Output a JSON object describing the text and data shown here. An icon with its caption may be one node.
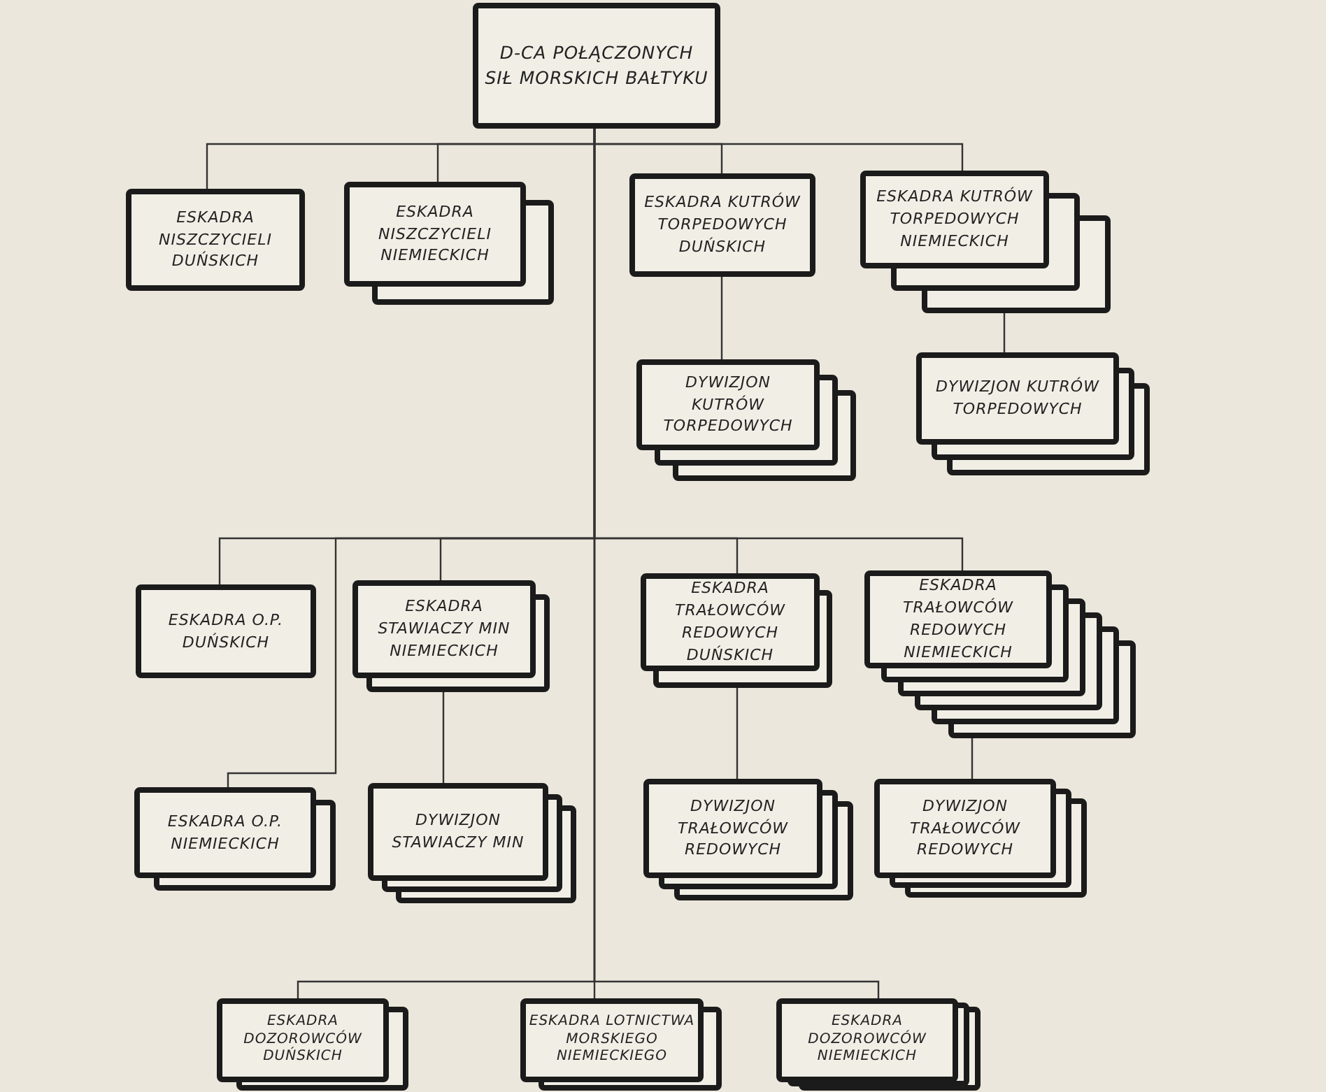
{
  "diagram": {
    "nodes": [
      {
        "text": [
          "D-CA POŁĄCZONYCH SIŁ MORSKICH BAŁTYKU"
        ]
      },
      {
        "text": [
          "ESKADRA NISZCZYCIELI DUŃSKICH"
        ]
      },
      {
        "text": [
          "ESKADRA NISZCZYCIELI NIEMIECKICH"
        ]
      },
      {
        "text": [
          "ESKADRA KUTRÓW TORPEDOWYCH DUŃSKICH"
        ]
      },
      {
        "text": [
          "ESKADRA KUTRÓW TORPEDOWYCH NIEMIECKICH"
        ]
      },
      {
        "text": [
          "DYWIZJON KUTRÓW TORPEDOWYCH"
        ]
      },
      {
        "text": [
          "DYWIZJON KUTRÓW TORPEDOWYCH"
        ]
      },
      {
        "text": [
          "ESKADRA O.P. DUŃSKICH"
        ]
      },
      {
        "text": [
          "ESKADRA STAWIACZY MIN NIEMIECKICH"
        ]
      },
      {
        "text": [
          "ESKADRA TRAŁOWCÓW REDOWYCH DUŃSKICH"
        ]
      },
      {
        "text": [
          "ESKADRA TRAŁOWCÓW REDOWYCH NIEMIECKICH"
        ]
      },
      {
        "text": [
          "ESKADRA O.P. NIEMIECKICH"
        ]
      },
      {
        "text": [
          "DYWIZJON STAWIACZY MIN"
        ]
      },
      {
        "text": [
          "DYWIZJON TRAŁOWCÓW REDOWYCH"
        ]
      },
      {
        "text": [
          "DYWIZJON TRAŁOWCÓW REDOWYCH"
        ]
      },
      {
        "text": [
          "ESKADRA DOZOROWCÓW DUŃSKICH"
        ]
      },
      {
        "text": [
          "ESKADRA LOTNICTWA MORSKIEGO NIEMIECKIEGO"
        ]
      },
      {
        "text": [
          "ESKADRA DOZOROWCÓW NIEMIECKICH"
        ]
      }
    ],
    "edges": [
      {
        "from": 0,
        "to": 1,
        "arrow": "none"
      },
      {
        "from": 0,
        "to": 2,
        "arrow": "none"
      },
      {
        "from": 0,
        "to": 3,
        "arrow": "none"
      },
      {
        "from": 0,
        "to": 4,
        "arrow": "none"
      },
      {
        "from": 3,
        "to": 5,
        "arrow": "none"
      },
      {
        "from": 4,
        "to": 6,
        "arrow": "none"
      },
      {
        "from": 0,
        "to": 7,
        "arrow": "none"
      },
      {
        "from": 0,
        "to": 8,
        "arrow": "none"
      },
      {
        "from": 0,
        "to": 9,
        "arrow": "none"
      },
      {
        "from": 0,
        "to": 10,
        "arrow": "none"
      },
      {
        "from": 0,
        "to": 11,
        "arrow": "none"
      },
      {
        "from": 8,
        "to": 12,
        "arrow": "none"
      },
      {
        "from": 9,
        "to": 13,
        "arrow": "none"
      },
      {
        "from": 10,
        "to": 14,
        "arrow": "none"
      },
      {
        "from": 0,
        "to": 15,
        "arrow": "none"
      },
      {
        "from": 0,
        "to": 16,
        "arrow": "none"
      },
      {
        "from": 0,
        "to": 17,
        "arrow": "none"
      }
    ]
  }
}
